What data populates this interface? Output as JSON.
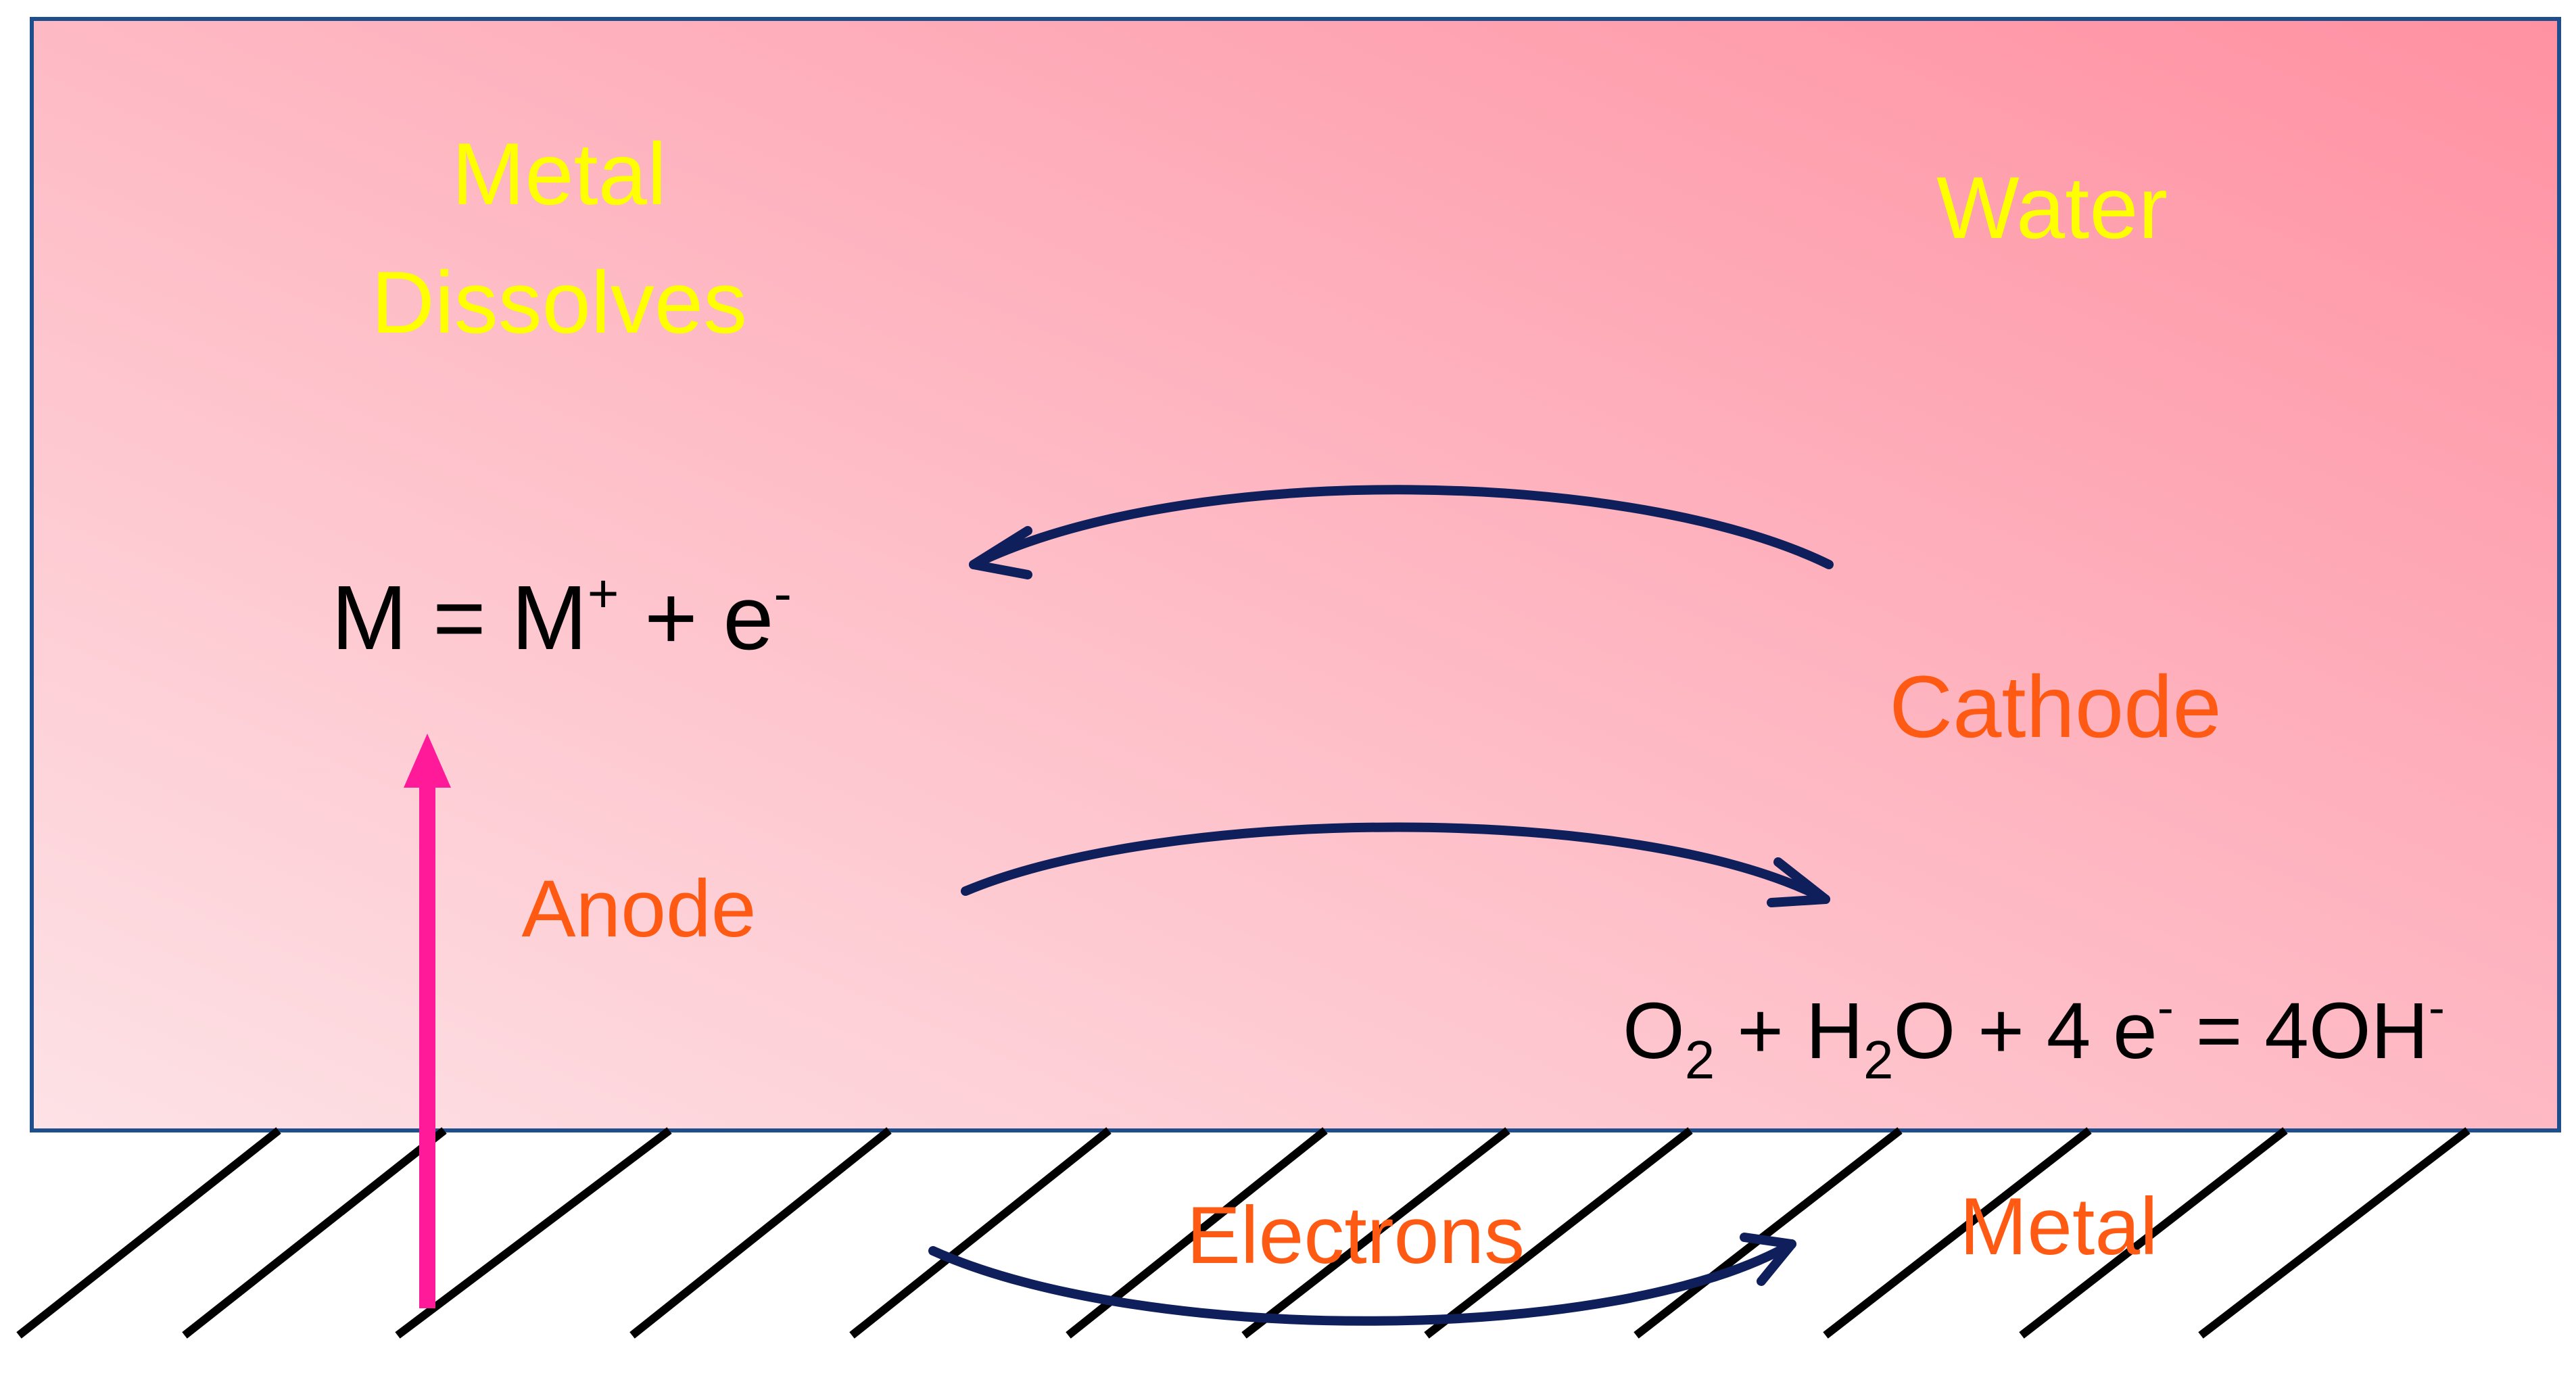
{
  "colors": {
    "gradient_start": "#fde2e6",
    "gradient_end": "#ff91a2",
    "border": "#1f4e8c",
    "label_yellow": "#ffff00",
    "label_orange": "#ff5a14",
    "arrow_navy": "#0f1f5c",
    "arrow_magenta": "#ff1a99",
    "hatch": "#000000",
    "equation": "#000000"
  },
  "labels": {
    "metal_dissolves_line1": "Metal",
    "metal_dissolves_line2": "Dissolves",
    "water": "Water",
    "cathode": "Cathode",
    "anode": "Anode",
    "electrons": "Electrons",
    "metal": "Metal"
  },
  "equations": {
    "anode": {
      "a": "M = M",
      "a_sup": "+",
      "b": " + e",
      "b_sup": "-"
    },
    "cathode": {
      "o": "O",
      "o_sub": "2",
      "plus_h": " + H",
      "h_sub": "2",
      "o_plus": "O + 4 e",
      "e_sup": "-",
      "eq": " = 4OH",
      "oh_sup": "-"
    }
  },
  "icons": {
    "arrow_cathode_to_anode": "curved-arrow-left",
    "arrow_anode_to_cathode": "curved-arrow-right",
    "arrow_electrons": "curved-arrow-right",
    "arrow_anode_up": "arrow-up"
  }
}
